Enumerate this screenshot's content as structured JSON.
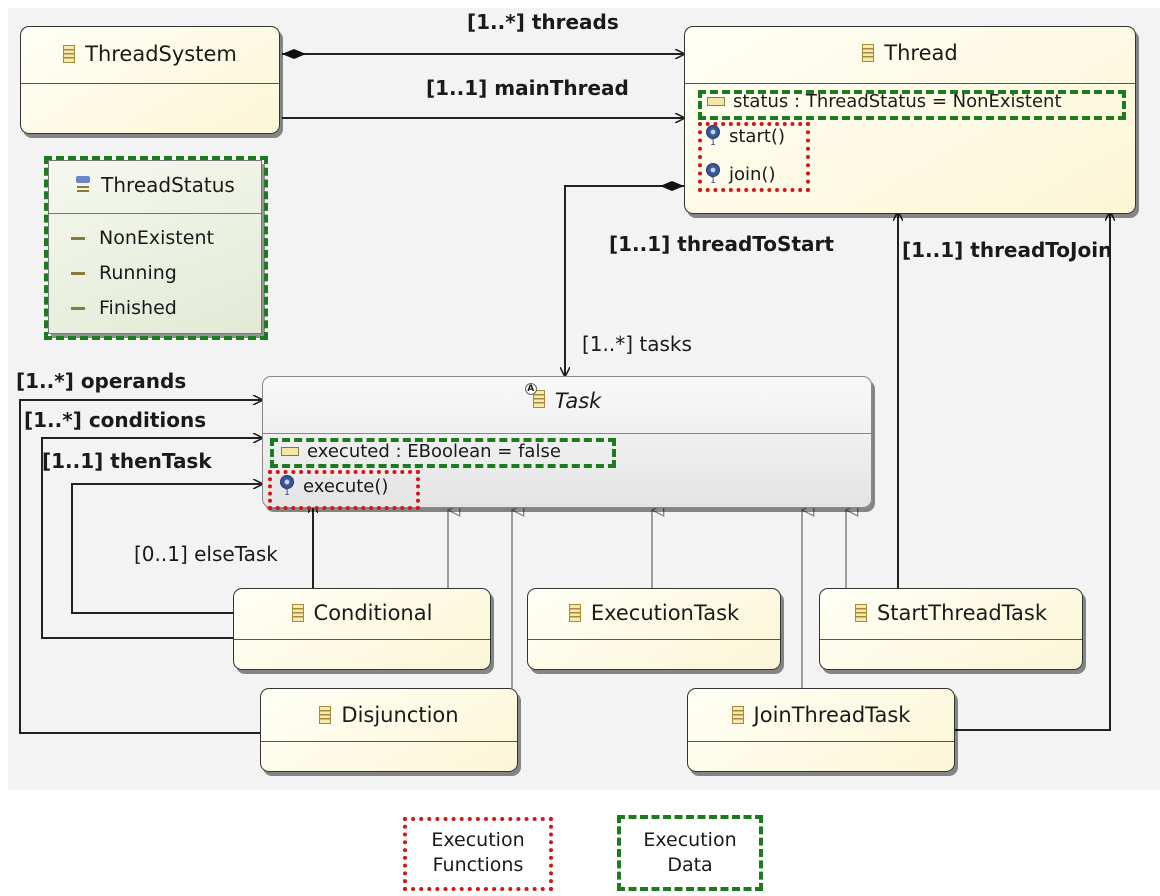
{
  "classes": {
    "thread_system": "ThreadSystem",
    "thread": "Thread",
    "thread_attr": "status : ThreadStatus = NonExistent",
    "thread_op1": "start()",
    "thread_op2": "join()",
    "task": "Task",
    "task_attr": "executed : EBoolean = false",
    "task_op": "execute()",
    "conditional": "Conditional",
    "execution_task": "ExecutionTask",
    "start_thread_task": "StartThreadTask",
    "disjunction": "Disjunction",
    "join_thread_task": "JoinThreadTask"
  },
  "enumeration": {
    "name": "ThreadStatus",
    "literals": [
      "NonExistent",
      "Running",
      "Finished"
    ]
  },
  "references": {
    "threads": "[1..*] threads",
    "main_thread": "[1..1] mainThread",
    "thread_to_start": "[1..1] threadToStart",
    "thread_to_join": "[1..1] threadToJoin",
    "tasks": "[1..*] tasks",
    "operands": "[1..*] operands",
    "conditions": "[1..*] conditions",
    "then_task": "[1..1] thenTask",
    "else_task": "[0..1] elseTask"
  },
  "legend": {
    "functions_line1": "Execution",
    "functions_line2": "Functions",
    "data_line1": "Execution",
    "data_line2": "Data"
  },
  "colors": {
    "execution_functions": "#d01818",
    "execution_data": "#1e7a1e",
    "class_fill": "#fbf6d6"
  },
  "icons": {
    "class": "class-icon",
    "attribute": "attribute-icon",
    "operation": "operation-icon",
    "enumeration": "enumeration-icon",
    "literal": "literal-icon"
  }
}
